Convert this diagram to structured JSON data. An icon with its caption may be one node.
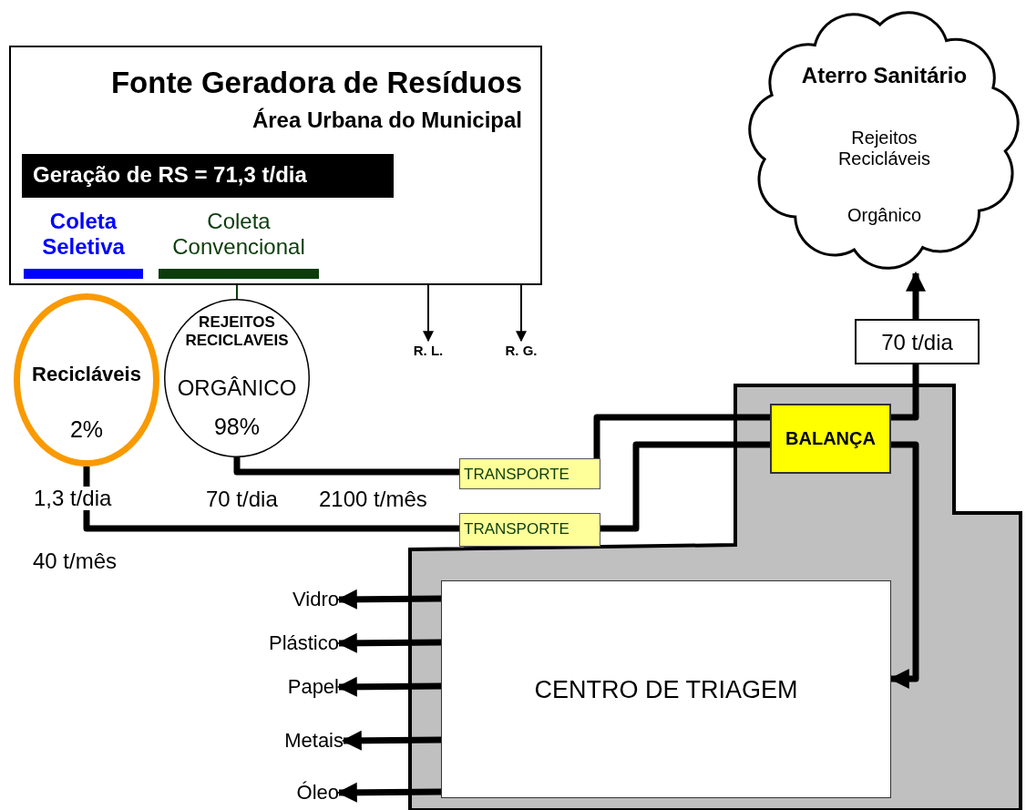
{
  "diagram": {
    "nodes": [
      {
        "text": [
          "Fonte Geradora de Resíduos",
          "Área Urbana do Municipal"
        ]
      },
      {
        "text": [
          "Geração de RS = 71,3 t/dia"
        ],
        "in": 0
      },
      {
        "text": [
          "Coleta Seletiva"
        ],
        "in": 0
      },
      {
        "text": [
          "Coleta Convencional"
        ],
        "in": 0
      },
      {
        "text": [
          "Recicláveis",
          "2%"
        ]
      },
      {
        "text": [
          "REJEITOS RECICLAVEIS",
          "ORGÂNICO",
          "98%"
        ]
      },
      {
        "text": [
          "R. L."
        ]
      },
      {
        "text": [
          "R. G."
        ]
      },
      {
        "text": [
          "Aterro Sanitário",
          "Rejeitos Recicláveis",
          "Orgânico"
        ]
      },
      {
        "text": [
          "70 t/dia"
        ]
      },
      {
        "text": [],
        "shape": "box"
      },
      {
        "text": [
          "TRANSPORTE"
        ]
      },
      {
        "text": [
          "TRANSPORTE"
        ]
      },
      {
        "text": [
          "BALANÇA"
        ],
        "in": 10
      },
      {
        "text": [
          "CENTRO DE TRIAGEM"
        ],
        "in": 10
      },
      {
        "text": [
          "Vidro"
        ]
      },
      {
        "text": [
          "Plástico"
        ]
      },
      {
        "text": [
          "Papel"
        ]
      },
      {
        "text": [
          "Metais"
        ]
      },
      {
        "text": [
          "Óleo"
        ]
      }
    ],
    "edges": [
      {
        "from": 3,
        "to": 5,
        "arrow": "none",
        "color": "#0b3d0b"
      },
      {
        "from": 0,
        "to": 6,
        "arrow": "to"
      },
      {
        "from": 0,
        "to": 7,
        "arrow": "to"
      },
      {
        "from": 5,
        "to": 11,
        "arrow": "none"
      },
      {
        "from": 4,
        "to": 12,
        "arrow": "none",
        "label": "1,3 t/dia"
      },
      {
        "from": 11,
        "to": 13,
        "arrow": "none"
      },
      {
        "from": 12,
        "to": 13,
        "arrow": "none"
      },
      {
        "from": 13,
        "to": 9,
        "arrow": "none"
      },
      {
        "from": 9,
        "to": 8,
        "arrow": "to"
      },
      {
        "from": 13,
        "to": 14,
        "arrow": "to"
      },
      {
        "from": 14,
        "to": 15,
        "arrow": "to"
      },
      {
        "from": 14,
        "to": 16,
        "arrow": "to"
      },
      {
        "from": 14,
        "to": 17,
        "arrow": "to"
      },
      {
        "from": 14,
        "to": 18,
        "arrow": "to"
      },
      {
        "from": 14,
        "to": 19,
        "arrow": "to"
      }
    ],
    "labels": [
      "70 t/dia",
      "2100 t/mês",
      "40 t/mês"
    ]
  }
}
